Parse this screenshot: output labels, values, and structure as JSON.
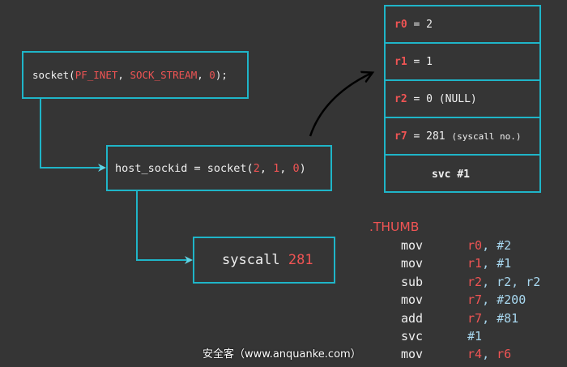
{
  "c_call": {
    "segments": [
      {
        "text": "socket(",
        "color": "w"
      },
      {
        "text": "PF_INET",
        "color": "r"
      },
      {
        "text": ", ",
        "color": "w"
      },
      {
        "text": "SOCK_STREAM",
        "color": "r"
      },
      {
        "text": ", ",
        "color": "w"
      },
      {
        "text": "0",
        "color": "r"
      },
      {
        "text": ");",
        "color": "w"
      }
    ]
  },
  "host_call": {
    "segments": [
      {
        "text": "host_sockid = socket(",
        "color": "w"
      },
      {
        "text": "2",
        "color": "r"
      },
      {
        "text": ", ",
        "color": "w"
      },
      {
        "text": "1",
        "color": "r"
      },
      {
        "text": ", ",
        "color": "w"
      },
      {
        "text": "0",
        "color": "r"
      },
      {
        "text": ")",
        "color": "w"
      }
    ]
  },
  "syscall": {
    "label": "syscall",
    "number": "281"
  },
  "registers": [
    {
      "reg": "r0",
      "value": "= 2",
      "note": ""
    },
    {
      "reg": "r1",
      "value": "= 1",
      "note": ""
    },
    {
      "reg": "r2",
      "value": "= 0 (NULL)",
      "note": ""
    },
    {
      "reg": "r7",
      "value": "= 281",
      "note": "(syscall no.)"
    }
  ],
  "svc": "svc #1",
  "assembly": {
    "title": ".THUMB",
    "lines": [
      {
        "mn": "mov",
        "reg": "r0",
        "rest": ", #2",
        "rest_red": ""
      },
      {
        "mn": "mov",
        "reg": "r1",
        "rest": ", #1",
        "rest_red": ""
      },
      {
        "mn": "sub",
        "reg": "r2",
        "rest": ", r2, r2",
        "rest_red": ""
      },
      {
        "mn": "mov",
        "reg": "r7",
        "rest": ", #200",
        "rest_red": ""
      },
      {
        "mn": "add",
        "reg": "r7",
        "rest": ", #81",
        "rest_red": ""
      },
      {
        "mn": "svc",
        "reg": "",
        "rest": "#1",
        "rest_red": ""
      },
      {
        "mn": "mov",
        "reg": "r4",
        "rest": ", ",
        "rest_red": "r6"
      }
    ]
  },
  "watermark": "安全客（www.anquanke.com）",
  "colors": {
    "border": "#1fb5c8",
    "highlight": "#f05454",
    "operand": "#a8d8f0",
    "background": "#353535"
  }
}
